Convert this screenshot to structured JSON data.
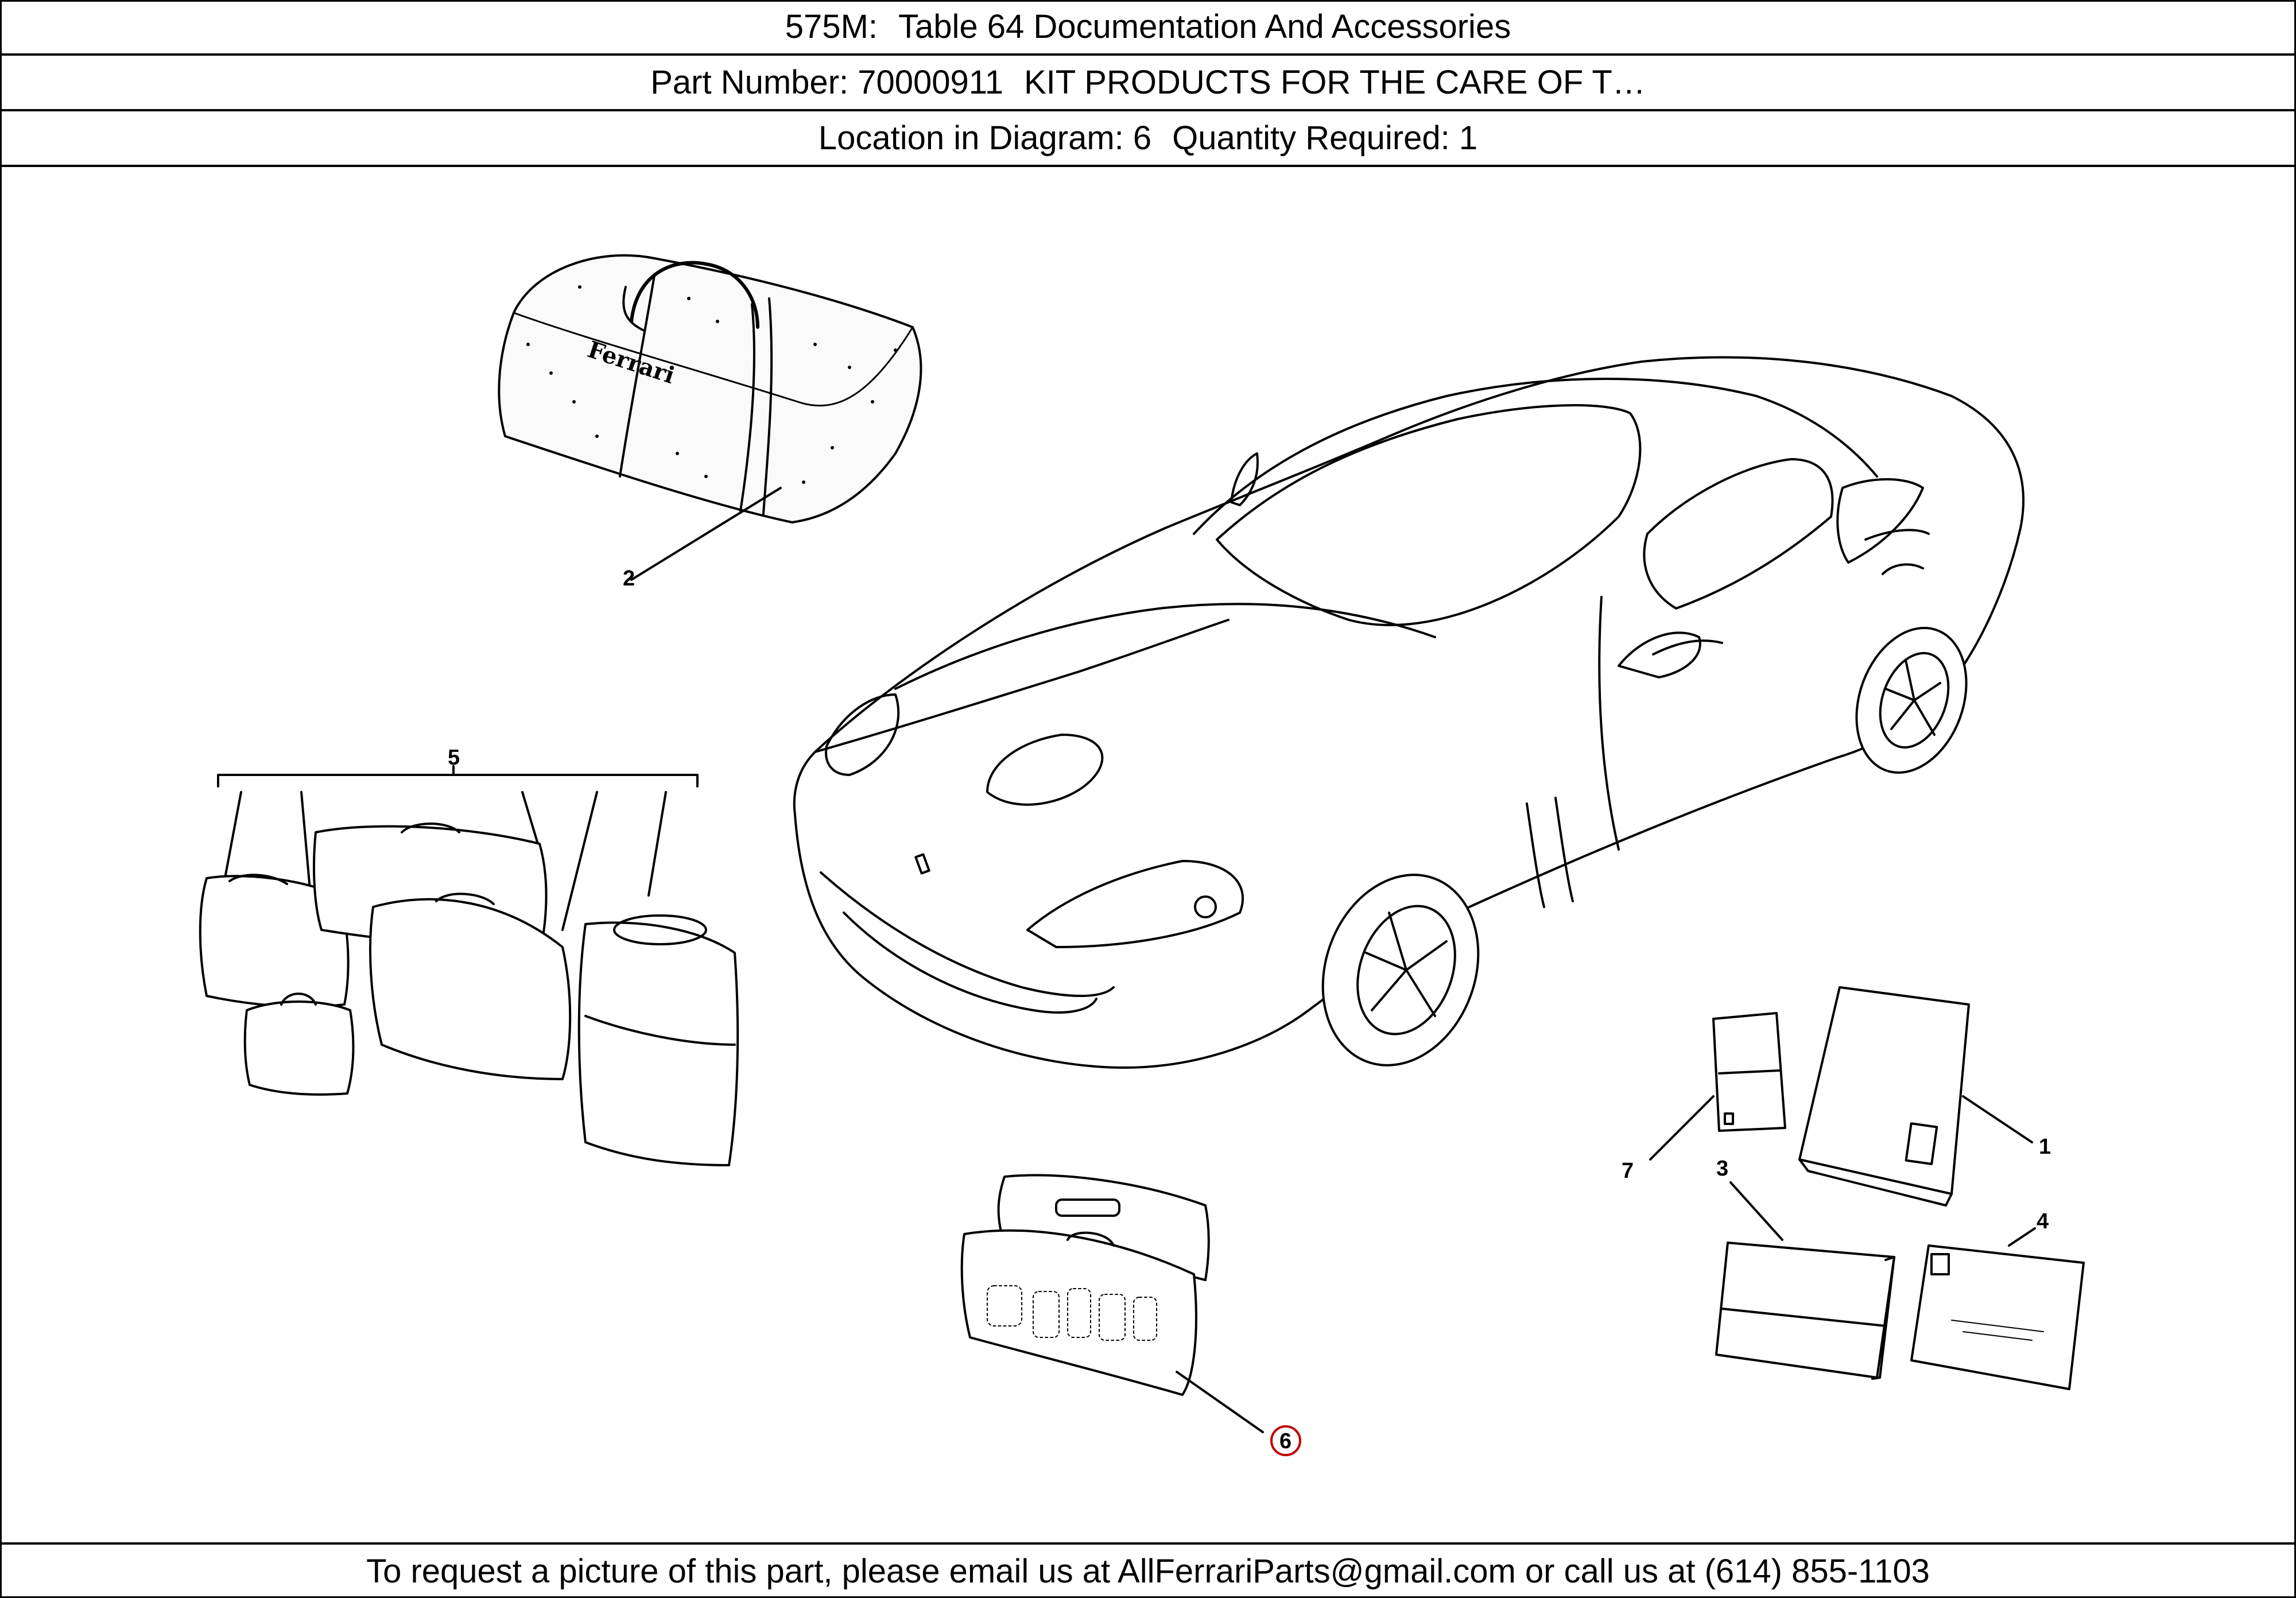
{
  "header": {
    "model": "575M:",
    "table": "Table 64 Documentation And Accessories",
    "part_label": "Part Number: 70000911",
    "part_desc": "KIT PRODUCTS FOR THE CARE OF T…",
    "location": "Location in Diagram: 6",
    "quantity": "Quantity Required: 1"
  },
  "diagram": {
    "bag_brand": "Ferrari",
    "callouts": {
      "c1": "1",
      "c2": "2",
      "c3": "3",
      "c4": "4",
      "c5": "5",
      "c6": "6",
      "c7": "7"
    },
    "highlight_color": "#c00000"
  },
  "footer": {
    "text": "To request a picture of this part, please email us at AllFerrariParts@gmail.com or call us at (614) 855-1103"
  }
}
